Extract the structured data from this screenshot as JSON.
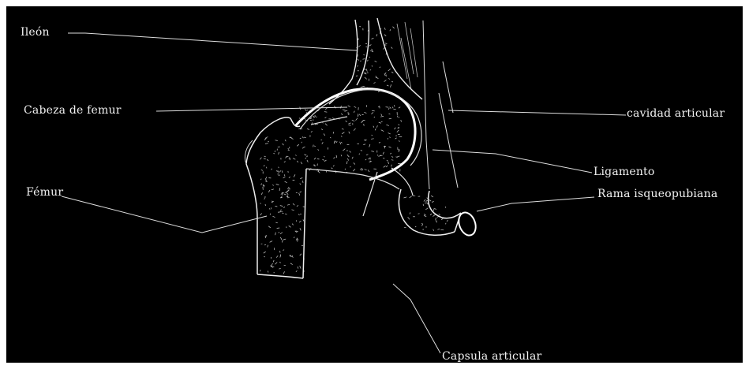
{
  "figure": {
    "background": "#000000",
    "ink": "#f2f2f2",
    "labels": {
      "ileon": "Ileón",
      "cabeza_femur": "Cabeza de femur",
      "femur": "Fémur",
      "cavidad_articular": "cavidad articular",
      "ligamento": "Ligamento",
      "rama_isqueopubiana": "Rama isqueopubiana",
      "capsula_articular": "Capsula articular"
    }
  }
}
